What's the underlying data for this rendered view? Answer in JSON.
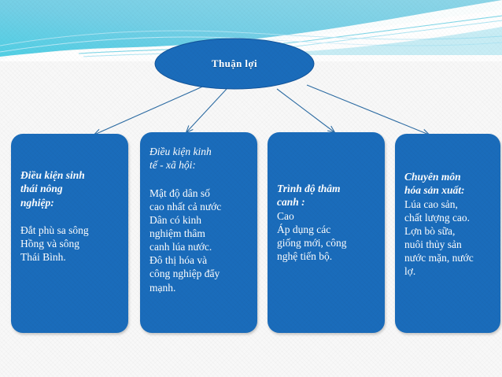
{
  "slide": {
    "background_color": "#f7f7f7",
    "accent_blue": "#1a6cbb",
    "header_gradient_from": "#5ed4e6",
    "header_gradient_to": "#7fd0e8",
    "arrow_color": "#2e6da4"
  },
  "title_node": {
    "label": "Thuận lợi",
    "shape": "ellipse",
    "fill": "#1a6cbb",
    "text_color": "#ffffff"
  },
  "boxes": [
    {
      "id": "box-agro-ecological",
      "heading": "Điều kiện sinh\nthái nông\nnghiệp:",
      "heading_bold": true,
      "body": "Đắt phù sa sông\nHồng và sông\nThái Bình.",
      "gap": "large"
    },
    {
      "id": "box-socio-economic",
      "heading": "Điều kiện kinh\ntế - xã hội:",
      "heading_bold": false,
      "body": "Mật độ dân số\ncao nhất cả nước\nDân có kinh\nnghiệm thâm\ncanh lúa nước.\nĐô thị hóa và\ncông nghiệp đẩy\nmạnh.",
      "gap": "large"
    },
    {
      "id": "box-intensive-farming",
      "heading": "Trình độ thâm\ncanh :",
      "heading_bold": true,
      "body": "Cao\nÁp dụng các\ngiống mới, công\nnghệ tiến bộ.",
      "gap": "small"
    },
    {
      "id": "box-specialization",
      "heading": "Chuyên môn\nhóa sản xuất:",
      "heading_bold": true,
      "body": "Lúa cao sản,\nchất lượng cao.\nLợn bò sữa,\nnuôi thủy sản\nnước mặn, nước\nlợ.",
      "gap": "small"
    }
  ],
  "connectors": [
    {
      "name": "arrow-to-box-1",
      "from": "title_node",
      "to": "box-agro-ecological"
    },
    {
      "name": "arrow-to-box-2",
      "from": "title_node",
      "to": "box-socio-economic"
    },
    {
      "name": "arrow-to-box-3",
      "from": "title_node",
      "to": "box-intensive-farming"
    },
    {
      "name": "arrow-to-box-4",
      "from": "title_node",
      "to": "box-specialization"
    }
  ]
}
